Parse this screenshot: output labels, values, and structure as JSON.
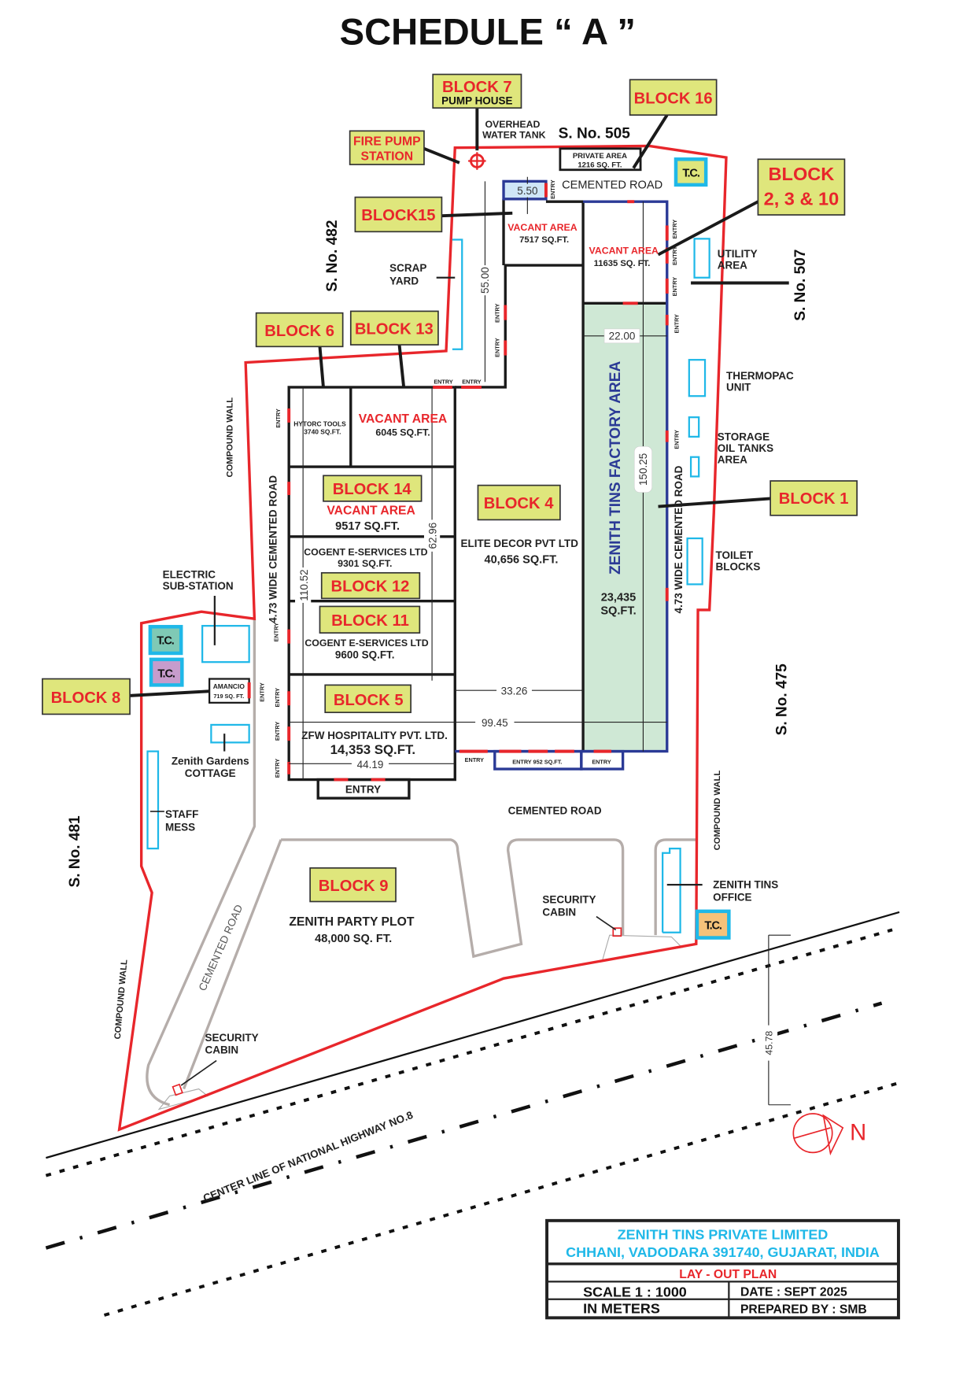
{
  "title": "SCHEDULE   “ A ”",
  "colors": {
    "block_fill": "#dfe67c",
    "red": "#e8262b",
    "factory_fill": "#cfe8d5",
    "blue": "#2b3a96",
    "cyan": "#1fb8e8",
    "tc_teal": "#7fc9b5",
    "tc_purple": "#c79ccc",
    "tc_orange": "#f5c27a"
  },
  "blocks": {
    "b7": {
      "label": "BLOCK 7",
      "sub": "PUMP HOUSE"
    },
    "b16": {
      "label": "BLOCK 16"
    },
    "fire": {
      "line1": "FIRE PUMP",
      "line2": "STATION"
    },
    "b15": {
      "label": "BLOCK15"
    },
    "b2310": {
      "line1": "BLOCK",
      "line2": "2, 3 & 10"
    },
    "b6": {
      "label": "BLOCK 6"
    },
    "b13": {
      "label": "BLOCK 13"
    },
    "b14": {
      "label": "BLOCK 14"
    },
    "b4": {
      "label": "BLOCK 4"
    },
    "b1": {
      "label": "BLOCK 1"
    },
    "b12": {
      "label": "BLOCK 12"
    },
    "b11": {
      "label": "BLOCK 11"
    },
    "b5": {
      "label": "BLOCK 5"
    },
    "b8": {
      "label": "BLOCK 8"
    },
    "b9": {
      "label": "BLOCK 9"
    }
  },
  "tc": "T.C.",
  "survey": {
    "s505": "S. No. 505",
    "s482": "S. No. 482",
    "s507": "S. No. 507",
    "s475": "S. No. 475",
    "s481": "S. No. 481"
  },
  "labels": {
    "overhead1": "OVERHEAD",
    "overhead2": "WATER TANK",
    "private1": "PRIVATE AREA",
    "private2": "1216 SQ. FT.",
    "cemented_road": "CEMENTED ROAD",
    "vacant": "VACANT AREA",
    "v7517": "7517 SQ.FT.",
    "v11635": "11635 SQ. FT.",
    "utility1": "UTILITY",
    "utility2": "AREA",
    "scrap1": "SCRAP",
    "scrap2": "YARD",
    "thermo1": "THERMOPAC",
    "thermo2": "UNIT",
    "storage1": "STORAGE",
    "storage2": "OIL TANKS",
    "storage3": "AREA",
    "toilet1": "TOILET",
    "toilet2": "BLOCKS",
    "hytorc1": "HYTORC TOOLS",
    "hytorc2": "3740 SQ.FT.",
    "v6045": "6045 SQ.FT.",
    "v9517": "9517 SQ.FT.",
    "cogent": "COGENT E-SERVICES LTD",
    "c9301": "9301 SQ.FT.",
    "c9600": "9600 SQ.FT.",
    "zfw": "ZFW HOSPITALITY PVT. LTD.",
    "z14353": "14,353 SQ.FT.",
    "elite": "ELITE DECOR PVT LTD",
    "e40656": "40,656 SQ.FT.",
    "factory": "ZENITH TINS FACTORY AREA",
    "f23435a": "23,435",
    "f23435b": "SQ.FT.",
    "wide_road": "4.73  WIDE CEMENTED ROAD",
    "compound_wall": "COMPOUND WALL",
    "electric1": "ELECTRIC",
    "electric2": "SUB-STATION",
    "amancio1": "AMANCIO",
    "amancio2": "719 SQ. FT.",
    "cottage1": "Zenith Gardens",
    "cottage2": "COTTAGE",
    "staff1": "STAFF",
    "staff2": "MESS",
    "entry": "ENTRY",
    "entry952": "ENTRY 952 SQ.FT.",
    "party1": "ZENITH PARTY PLOT",
    "party2": "48,000 SQ. FT.",
    "security1": "SECURITY",
    "security2": "CABIN",
    "office1": "ZENITH TINS",
    "office2": "OFFICE",
    "highway": "CENTER LINE OF NATIONAL HIGHWAY NO.8",
    "north": "N"
  },
  "dimensions": {
    "d550": "5.50",
    "d5500": "55.00",
    "d2200": "22.00",
    "d15025": "150.25",
    "d11052": "110.52",
    "d6296": "62.96",
    "d3326": "33.26",
    "d9945": "99.45",
    "d4419": "44.19",
    "d4578": "45.78"
  },
  "title_block": {
    "company": "ZENITH TINS PRIVATE LIMITED",
    "address": "CHHANI, VADODARA 391740, GUJARAT, INDIA",
    "plan": "LAY - OUT  PLAN",
    "scale": "SCALE 1 : 1000",
    "units": "IN METERS",
    "date": "DATE   :  SEPT 2025",
    "prepared": "PREPARED  BY : SMB"
  }
}
